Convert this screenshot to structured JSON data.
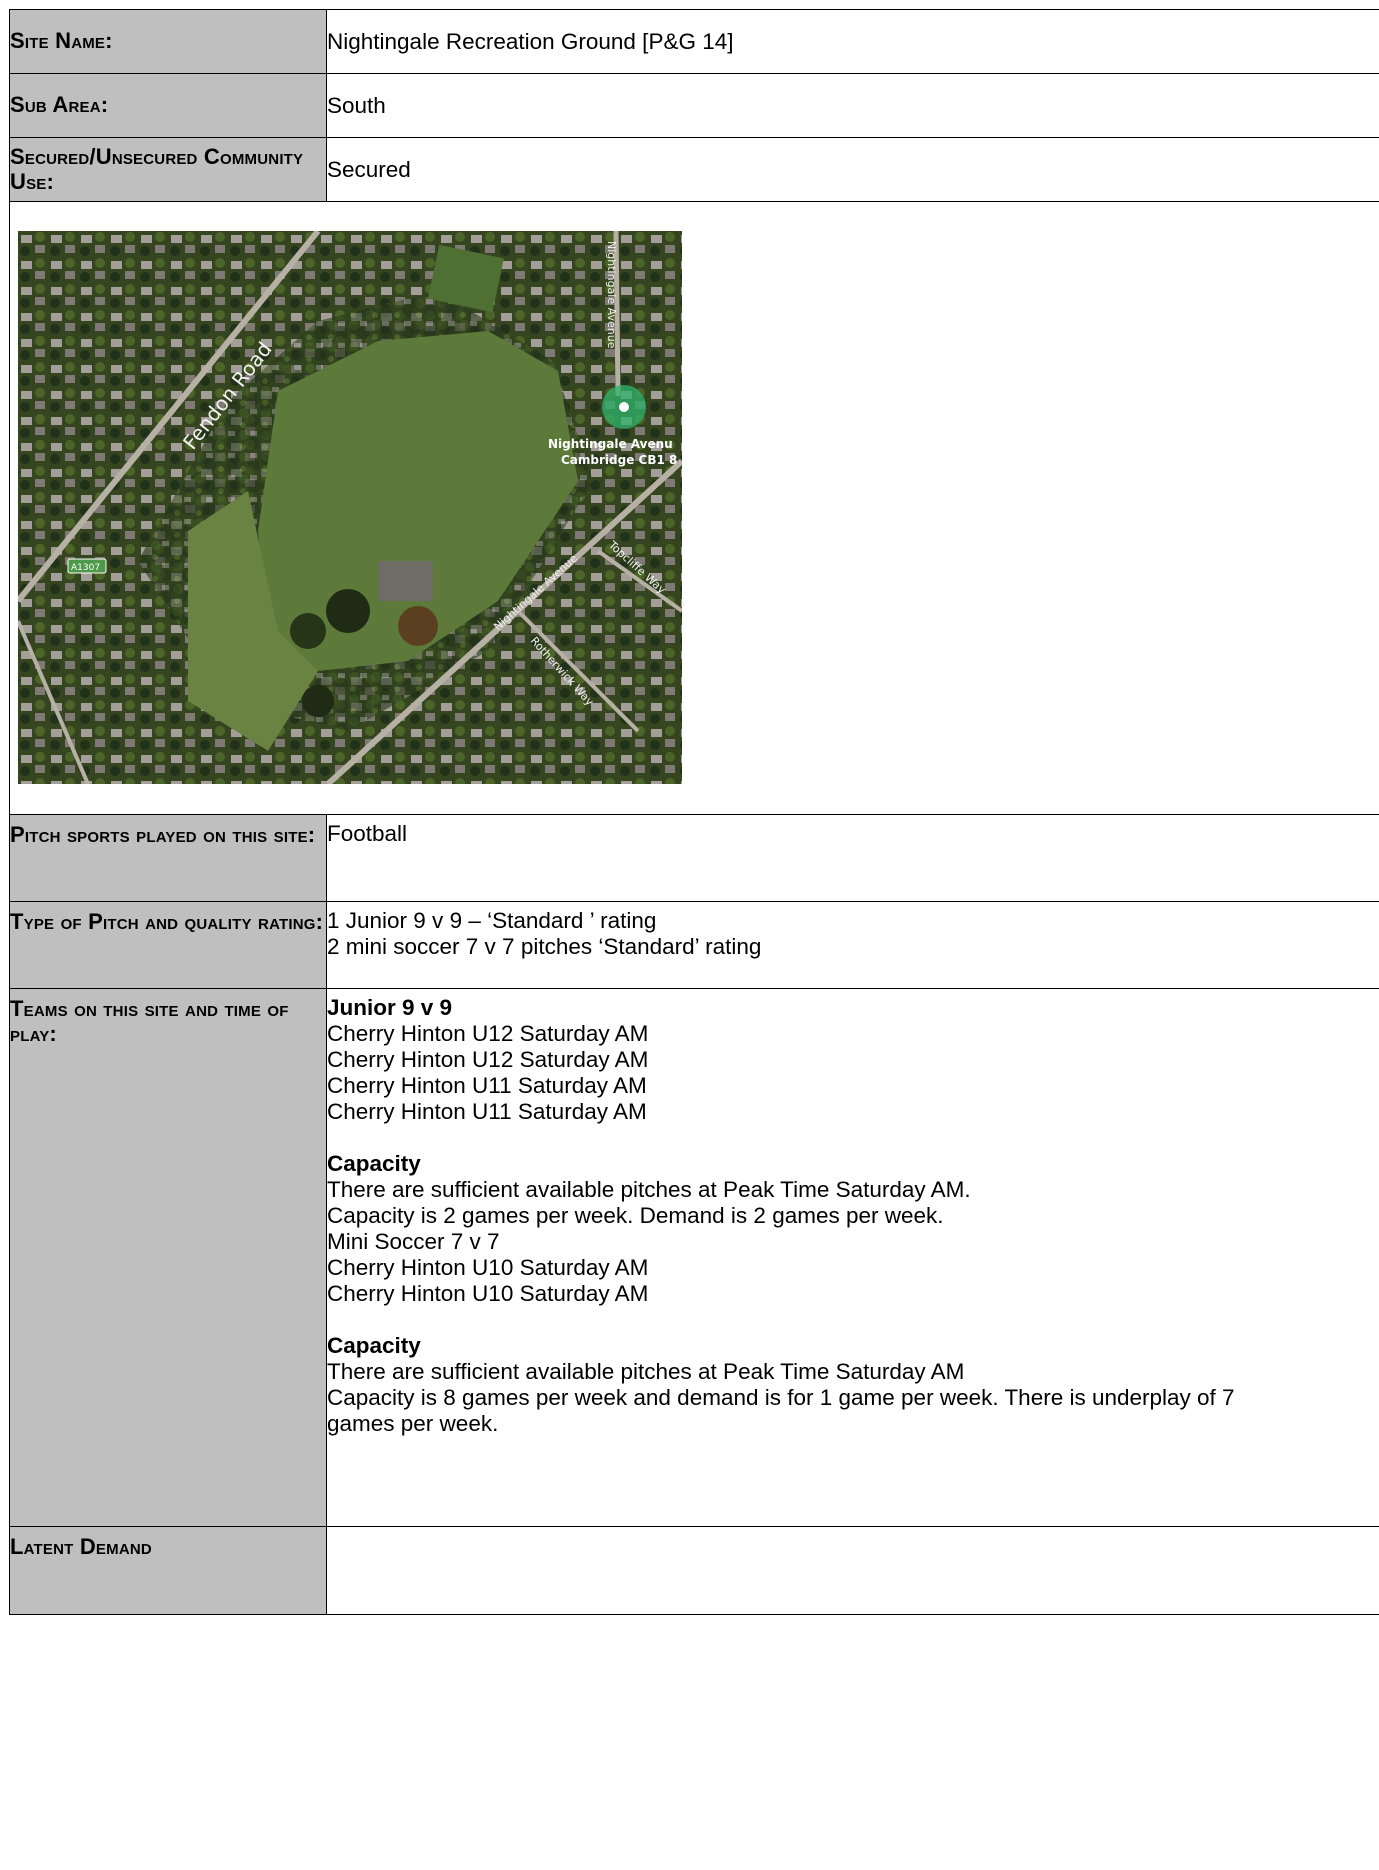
{
  "rows_top": [
    {
      "label": "Site Name:",
      "value": "Nightingale Recreation Ground [P&G 14]"
    },
    {
      "label": "Sub Area:",
      "value": "South"
    },
    {
      "label": "Secured/Unsecured Community Use:",
      "value": "Secured"
    }
  ],
  "map": {
    "road_labels": [
      "Fendon Road",
      "Nightingale Avenue",
      "Nightingale Avenue",
      "Topcliffe Way",
      "Rotherwick Way",
      "A1307"
    ],
    "pin_text": [
      "Nightingale Avenu",
      "Cambridge CB1 8"
    ],
    "colors": {
      "park": "#5e7a3a",
      "trees": "#2e3f1c",
      "road": "#b7b1a5",
      "pin": "#2db36b"
    }
  },
  "rows_bottom": {
    "pitch_sports": {
      "label": "Pitch sports played on this site:",
      "value": "Football"
    },
    "pitch_type": {
      "label": "Type of Pitch and quality rating:",
      "lines": [
        "1 Junior 9 v 9 – ‘Standard ’ rating",
        "2 mini soccer 7 v 7 pitches ‘Standard’ rating"
      ]
    },
    "teams": {
      "label": "Teams on this site and time of play:",
      "junior_heading": "Junior 9 v 9",
      "junior_teams": [
        "Cherry Hinton U12 Saturday AM",
        "Cherry Hinton U12 Saturday AM",
        "Cherry Hinton U11 Saturday AM",
        "Cherry Hinton U11 Saturday AM"
      ],
      "capacity_heading_1": "Capacity",
      "capacity_1_lines": [
        "There are sufficient available pitches at Peak Time Saturday AM.",
        "Capacity is 2 games per week. Demand is 2 games per week."
      ],
      "mini_heading": "Mini Soccer 7 v 7",
      "mini_teams": [
        "Cherry Hinton U10 Saturday AM",
        "Cherry Hinton U10 Saturday AM"
      ],
      "capacity_heading_2": "Capacity",
      "capacity_2_lines": [
        "There are sufficient available pitches at Peak Time Saturday AM",
        "Capacity is 8 games per week and demand is for 1 game per week. There is underplay of 7 games per week."
      ]
    },
    "latent_demand": {
      "label": "Latent Demand",
      "value": ""
    }
  }
}
